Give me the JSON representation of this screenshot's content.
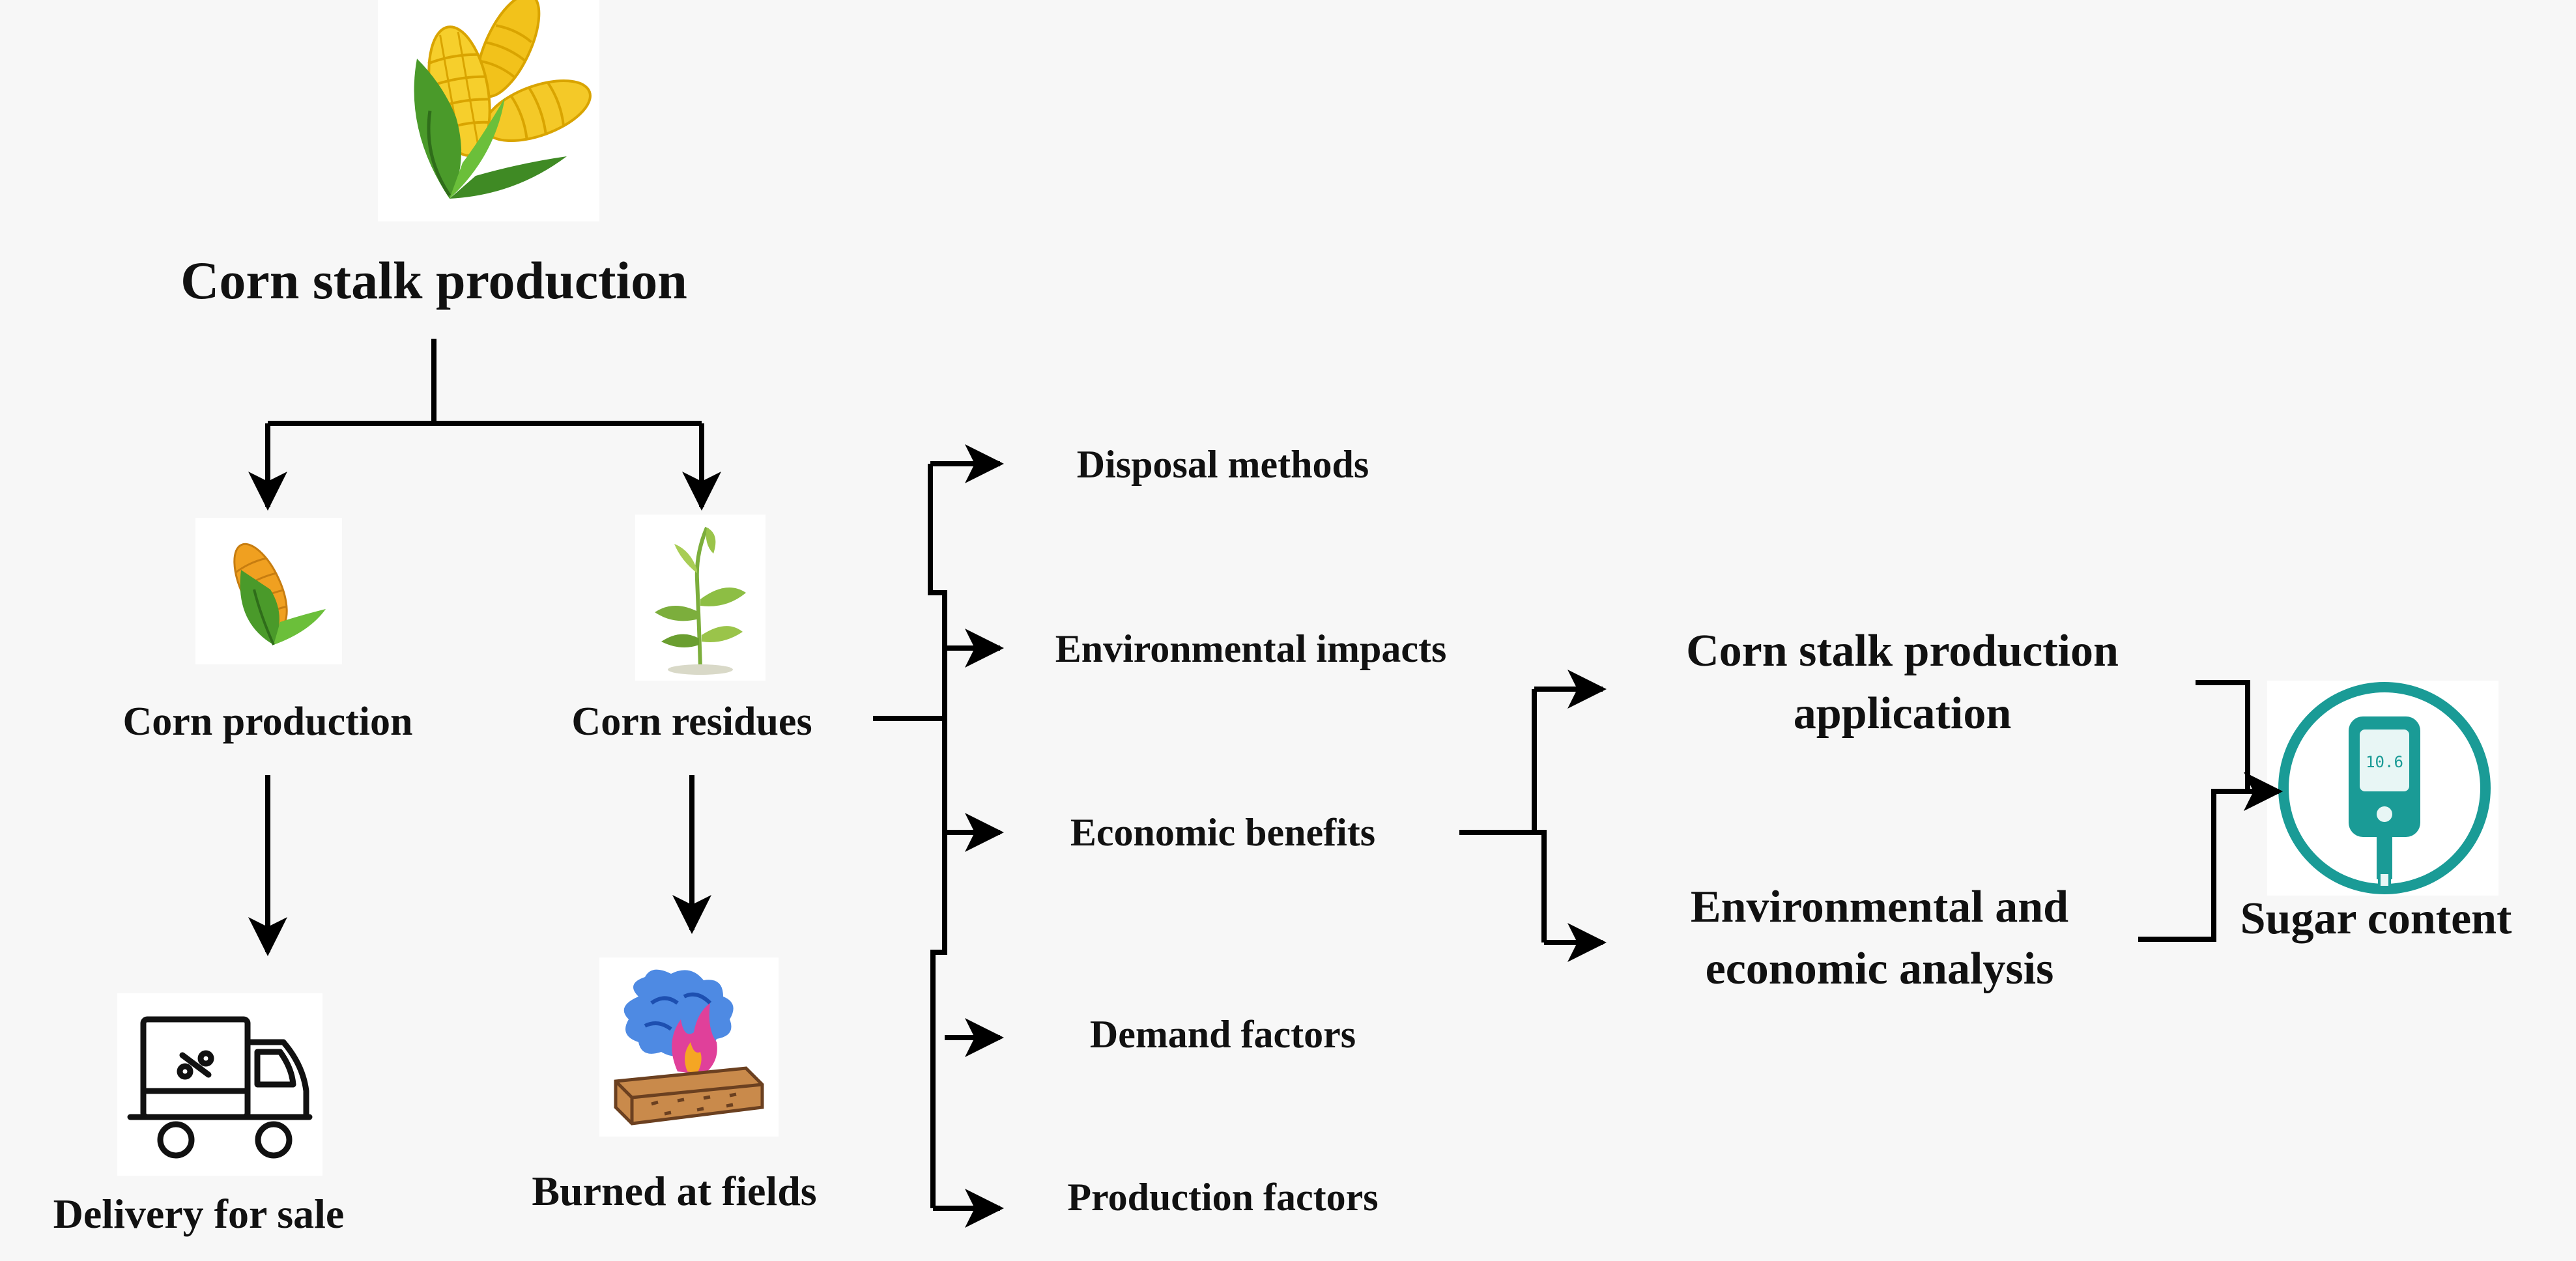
{
  "diagram": {
    "root": "Corn stalk production",
    "branches": {
      "corn_production": "Corn production",
      "corn_residues": "Corn residues",
      "delivery": "Delivery for sale",
      "burned": "Burned at fields"
    },
    "factors": {
      "disposal": "Disposal methods",
      "environmental": "Environmental impacts",
      "economic": "Economic benefits",
      "demand": "Demand factors",
      "production": "Production factors"
    },
    "outcomes": {
      "application_line1": "Corn stalk production",
      "application_line2": "application",
      "analysis_line1": "Environmental and",
      "analysis_line2": "economic analysis"
    },
    "result": "Sugar content",
    "meter_reading": "10.6"
  },
  "icons": {
    "root": "corn-cobs-icon",
    "corn_production": "corn-cob-icon",
    "corn_residues": "plant-sprout-icon",
    "delivery": "delivery-truck-icon",
    "burned": "burning-field-icon",
    "result": "glucose-meter-icon"
  },
  "colors": {
    "background": "#f7f7f7",
    "corn_yellow": "#f2c21b",
    "leaf_green": "#4a9a2a",
    "meter_teal": "#1a9b96",
    "fire_blue": "#3b7de0",
    "fire_pink": "#e0409a"
  }
}
